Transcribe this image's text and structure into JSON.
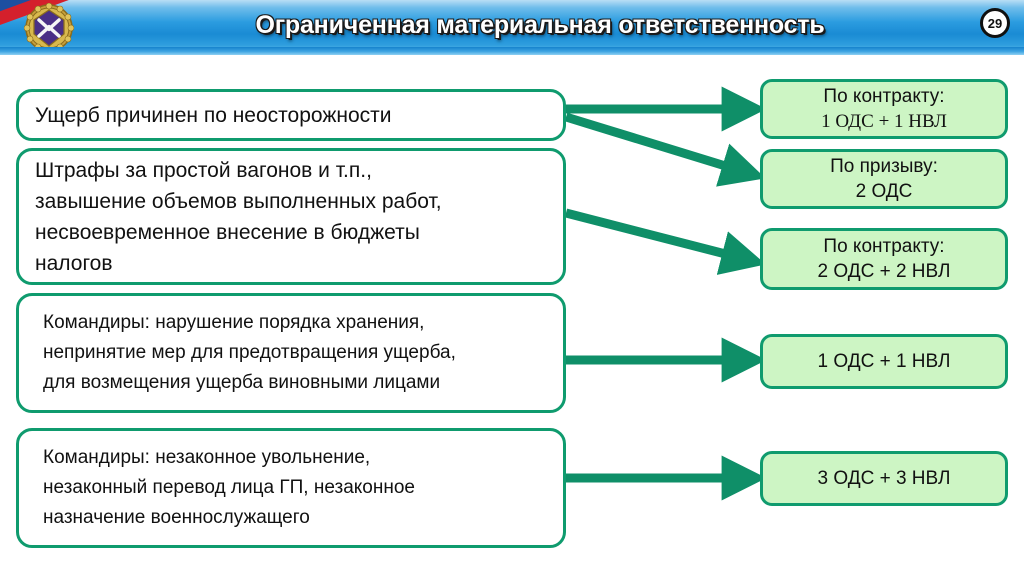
{
  "header": {
    "title": "Ограниченная материальная ответственность",
    "page_number": "29",
    "emblem_name": "russian-ministry-of-defence-emblem",
    "flag_name": "russian-flag-ribbon",
    "accent_blue": "#1a8bd4"
  },
  "theme": {
    "border_green": "#0f9b6e",
    "fill_green": "#cdf5c4",
    "arrow_green": "#0f8f68",
    "box_fill_white": "#ffffff",
    "text_color": "#111111"
  },
  "left_boxes": [
    {
      "id": "cause-negligence",
      "lines": [
        "Ущерб причинен по неосторожности"
      ]
    },
    {
      "id": "fines-and-overstatements",
      "lines": [
        "Штрафы за простой вагонов и т.п.,",
        "завышение объемов выполненных работ,",
        "несвоевременное внесение в бюджеты",
        "налогов"
      ]
    },
    {
      "id": "commanders-storage-violations",
      "lines": [
        "Командиры: нарушение порядка хранения,",
        "непринятие мер для предотвращения ущерба,",
        "для возмещения ущерба виновными лицами"
      ]
    },
    {
      "id": "commanders-illegal-dismissal",
      "lines": [
        "Командиры: незаконное увольнение,",
        "незаконный перевод лица ГП, незаконное",
        "назначение военнослужащего"
      ]
    }
  ],
  "right_boxes": [
    {
      "id": "contract-1ods-1nvl",
      "lines": [
        "По контракту:",
        "1 ОДС + 1 НВЛ"
      ],
      "serif_second_line": true
    },
    {
      "id": "conscription-2ods",
      "lines": [
        "По призыву:",
        "2 ОДС"
      ],
      "serif_second_line": false
    },
    {
      "id": "contract-2ods-2nvl",
      "lines": [
        "По контракту:",
        "2 ОДС + 2 НВЛ"
      ],
      "serif_second_line": false
    },
    {
      "id": "1ods-1nvl",
      "lines": [
        "1 ОДС + 1 НВЛ"
      ],
      "serif_second_line": false
    },
    {
      "id": "3ods-3nvl",
      "lines": [
        "3 ОДС + 3 НВЛ"
      ],
      "serif_second_line": false
    }
  ],
  "connections": [
    {
      "id": "arrow-box1-to-contract1",
      "from": "cause-negligence",
      "to": "contract-1ods-1nvl"
    },
    {
      "id": "arrow-box1-to-conscription",
      "from": "cause-negligence",
      "to": "conscription-2ods"
    },
    {
      "id": "arrow-box2-to-contract2",
      "from": "fines-and-overstatements",
      "to": "contract-2ods-2nvl"
    },
    {
      "id": "arrow-box3-to-1ods",
      "from": "commanders-storage-violations",
      "to": "1ods-1nvl"
    },
    {
      "id": "arrow-box4-to-3ods",
      "from": "commanders-illegal-dismissal",
      "to": "3ods-3nvl"
    }
  ]
}
